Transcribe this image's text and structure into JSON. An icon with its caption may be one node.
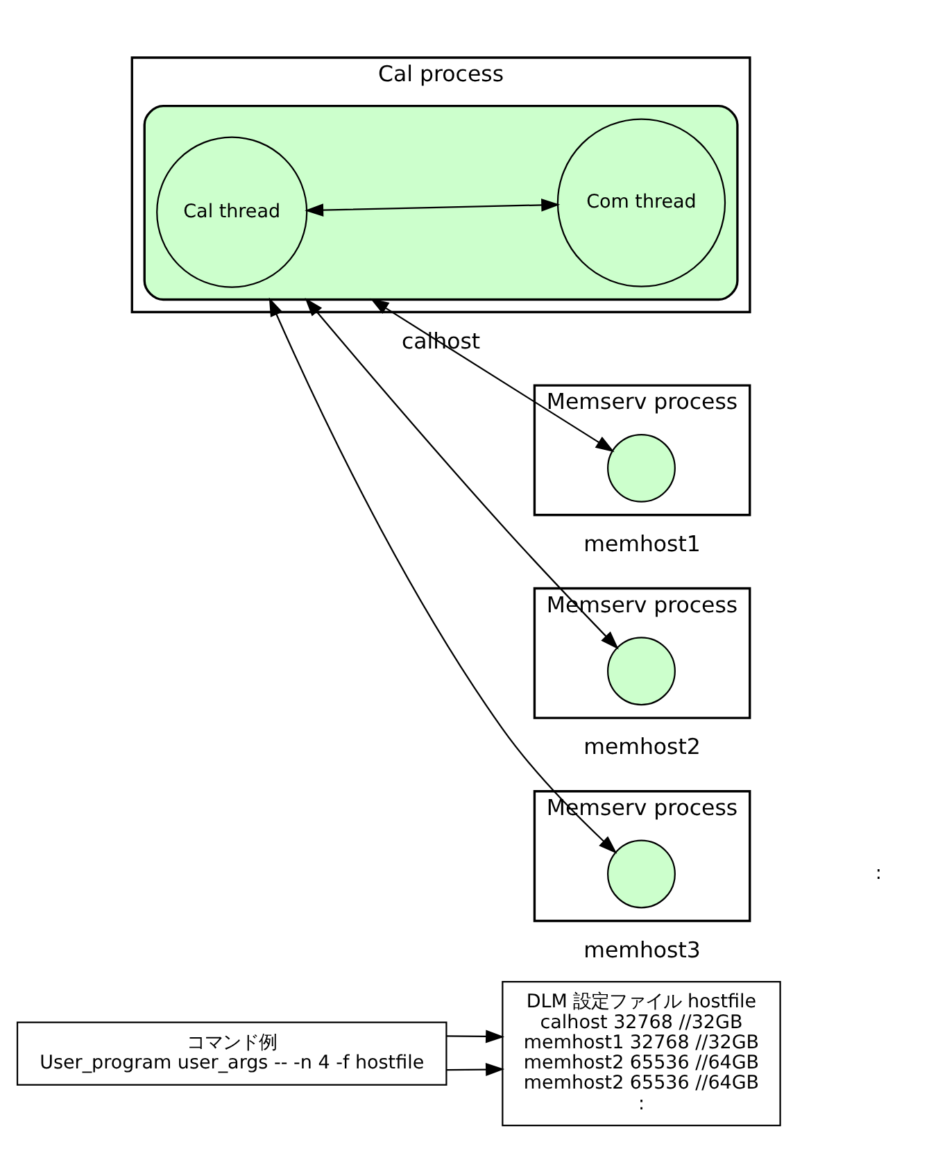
{
  "diagram": {
    "nodes": [
      {
        "text": [
          "コマンド例",
          "User_program user_args -- -n 4 -f hostfile"
        ]
      },
      {
        "text": [
          "DLM 設定ファイル hostfile",
          "calhost 32768 //32GB",
          "memhost1 32768 //32GB",
          "memhost2 65536 //64GB",
          "memhost2 65536 //64GB",
          ":"
        ]
      },
      {
        "text": [
          "Cal process"
        ],
        "beside": [
          "calhost"
        ]
      },
      {
        "text": [],
        "shape": "ellipse",
        "in": 2
      },
      {
        "text": [
          "Cal thread"
        ],
        "in": 3
      },
      {
        "text": [
          "Com thread"
        ],
        "in": 3
      },
      {
        "text": [
          "Memserv process"
        ],
        "beside": [
          "memhost1"
        ]
      },
      {
        "text": [],
        "shape": "circle",
        "in": 6
      },
      {
        "text": [
          "Memserv process"
        ],
        "beside": [
          "memhost2"
        ]
      },
      {
        "text": [],
        "shape": "circle",
        "in": 8
      },
      {
        "text": [
          "Memserv process"
        ],
        "beside": [
          "memhost3"
        ]
      },
      {
        "text": [],
        "shape": "circle",
        "in": 10
      }
    ],
    "edges": [
      {
        "from": 0,
        "to": 1,
        "arrow": "to"
      },
      {
        "from": 0,
        "to": 1,
        "arrow": "to"
      },
      {
        "from": 4,
        "to": 5,
        "arrow": "both"
      },
      {
        "from": 3,
        "to": 7,
        "arrow": "both"
      },
      {
        "from": 3,
        "to": 9,
        "arrow": "both"
      },
      {
        "from": 3,
        "to": 11,
        "arrow": "both"
      }
    ],
    "labels": [
      ":"
    ]
  }
}
